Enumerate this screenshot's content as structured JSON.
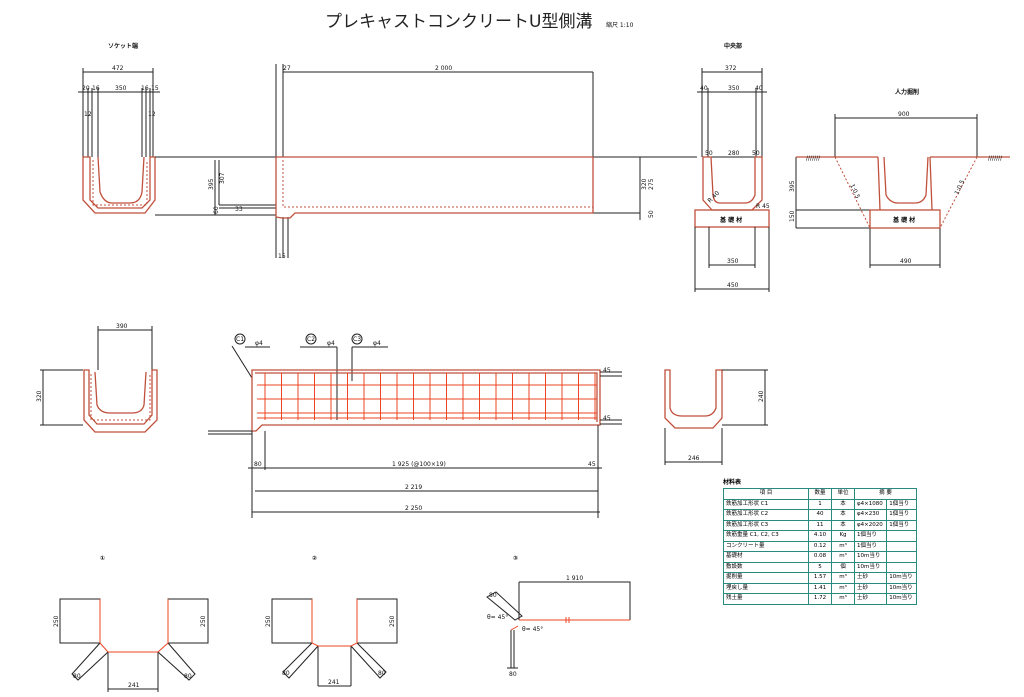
{
  "title": "プレキャストコンクリートU型側溝",
  "scale": "縮尺 1:10",
  "views": {
    "socket_end": "ソケット端",
    "center": "中央部",
    "manual_excavation": "人力掘削",
    "bar1": "①",
    "bar2": "②",
    "bar3": "③"
  },
  "dims": {
    "socket_width": "472",
    "socket_a": "20",
    "socket_b": "16",
    "socket_inner": "350",
    "socket_c": "16",
    "socket_d": "15",
    "socket_wall_l": "12",
    "socket_wall_r": "12",
    "height_total": "395",
    "height_inner": "307",
    "bottom_a": "60",
    "bottom_b": "33",
    "socket_len": "33",
    "length_top": "2 000",
    "socket_foot_a": "27",
    "socket_foot_b": "15",
    "center_height": "320",
    "center_inner_h": "275",
    "center_base_a": "50",
    "center_base_b": "150",
    "center_width": "372",
    "center_wall_l": "40",
    "center_inner": "350",
    "center_wall_r": "40",
    "center_top_l": "50",
    "center_top_inner": "280",
    "center_top_r": "50",
    "center_r1": "R 40",
    "center_r2": "R 45",
    "base_label": "基 礎 材",
    "base_inner": "350",
    "base_width": "450",
    "exc_width": "900",
    "exc_height": "395",
    "exc_base": "150",
    "exc_slope_l": "1:0.5",
    "exc_slope_r": "1:0.5",
    "exc_base_width": "490",
    "exc_ground_l": "///////",
    "exc_ground_r": "///////",
    "mid_width": "390",
    "mid_height": "320",
    "rebar_c1": "C1",
    "rebar_c2": "C2",
    "rebar_c3": "C3",
    "rebar_phi1": "φ4",
    "rebar_phi2": "φ4",
    "rebar_phi3": "φ4",
    "rebar_spacing": "1 925 (@100×19)",
    "rebar_start": "80",
    "rebar_end": "45",
    "rebar_len": "2 219",
    "total_len": "2 250",
    "rebar_top_r": "45",
    "rebar_bot_r": "45",
    "right_height": "240",
    "right_width": "246",
    "bar1_h_l": "250",
    "bar1_h_r": "250",
    "bar1_diag_l": "80",
    "bar1_diag_r": "80",
    "bar1_bottom": "241",
    "bar2_h_l": "250",
    "bar2_h_r": "250",
    "bar2_diag_l": "80",
    "bar2_diag_r": "80",
    "bar2_bottom": "241",
    "bar3_len": "1 910",
    "bar3_diag": "80",
    "bar3_angle1": "θ= 45°",
    "bar3_angle2": "θ= 45°",
    "bar3_foot": "80"
  },
  "table": {
    "caption": "材料表",
    "headers": [
      "項 目",
      "数量",
      "単位",
      "摘 要"
    ],
    "rows": [
      [
        "鉄筋加工形状 C1",
        "1",
        "本",
        "φ4×1080",
        "1個当り"
      ],
      [
        "鉄筋加工形状 C2",
        "40",
        "本",
        "φ4×230",
        "1個当り"
      ],
      [
        "鉄筋加工形状 C3",
        "11",
        "本",
        "φ4×2020",
        "1個当り"
      ],
      [
        "鉄筋重量 C1, C2, C3",
        "4.10",
        "Kg",
        "1個当り",
        ""
      ],
      [
        "コンクリート量",
        "0.12",
        "m³",
        "1個当り",
        ""
      ],
      [
        "基礎材",
        "0.08",
        "m³",
        "10m当り",
        ""
      ],
      [
        "敷設数",
        "5",
        "個",
        "10m当り",
        ""
      ],
      [
        "掘削量",
        "1.57",
        "m³",
        "土砂",
        "10m当り"
      ],
      [
        "埋戻し量",
        "1.41",
        "m³",
        "土砂",
        "10m当り"
      ],
      [
        "残土量",
        "1.72",
        "m³",
        "土砂",
        "10m当り"
      ]
    ]
  },
  "colors": {
    "outline": "#c0503c",
    "rebar": "#ee4422",
    "table_border": "#2a8a80"
  }
}
